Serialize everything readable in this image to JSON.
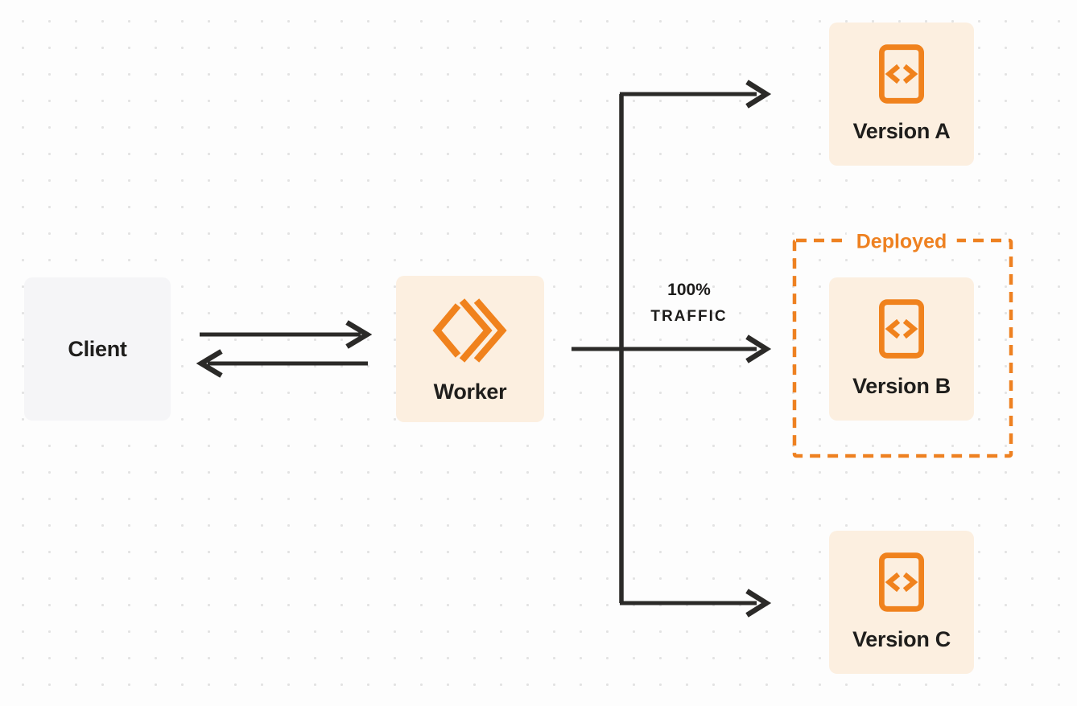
{
  "diagram": {
    "nodes": {
      "client": {
        "label": "Client"
      },
      "worker": {
        "label": "Worker"
      },
      "version_a": {
        "label": "Version A"
      },
      "version_b": {
        "label": "Version B"
      },
      "version_c": {
        "label": "Version C"
      }
    },
    "deployed_group": {
      "label": "Deployed"
    },
    "traffic_label": {
      "line1": "100%",
      "line2": "TRAFFIC"
    },
    "icons": {
      "worker_icon": "workers-chevron-icon",
      "version_icon": "code-file-icon"
    },
    "colors": {
      "accent_orange": "#EE8121",
      "node_bg_cream": "#FCEFE0",
      "client_bg_gray": "#F5F5F7",
      "arrow_dark": "#2B2A28",
      "text_dark": "#1F1E1C",
      "page_bg": "#FDFDFD",
      "dot_grid": "#E3E3E3"
    }
  }
}
